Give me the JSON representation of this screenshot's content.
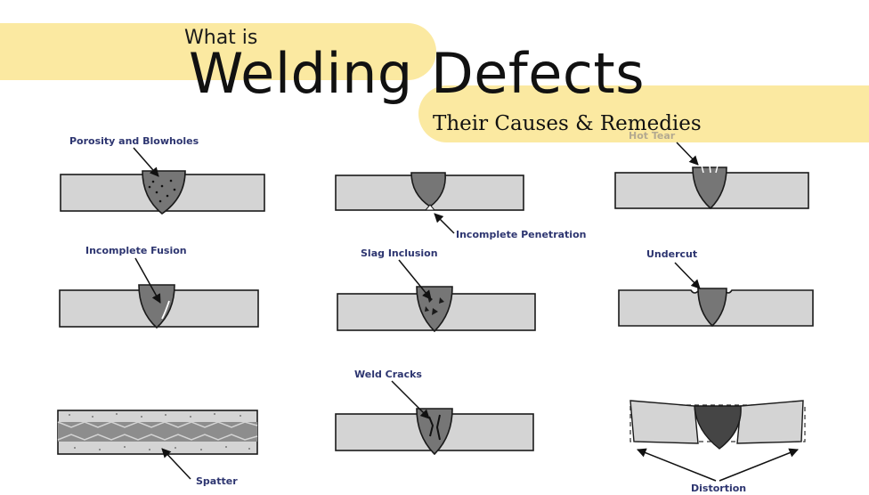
{
  "header": {
    "kicker": "What is",
    "title": "Welding Defects",
    "subtitle": "Their Causes & Remedies"
  },
  "colors": {
    "highlight_band": "#fbe9a1",
    "plate": "#d4d4d4",
    "weld": "#767676",
    "label": "#2d3570"
  },
  "defects": {
    "porosity": "Porosity and Blowholes",
    "incomplete_penetration": "Incomplete Penetration",
    "hot_tear": "Hot Tear",
    "incomplete_fusion": "Incomplete Fusion",
    "slag_inclusion": "Slag Inclusion",
    "undercut": "Undercut",
    "spatter": "Spatter",
    "weld_cracks": "Weld Cracks",
    "distortion": "Distortion"
  }
}
